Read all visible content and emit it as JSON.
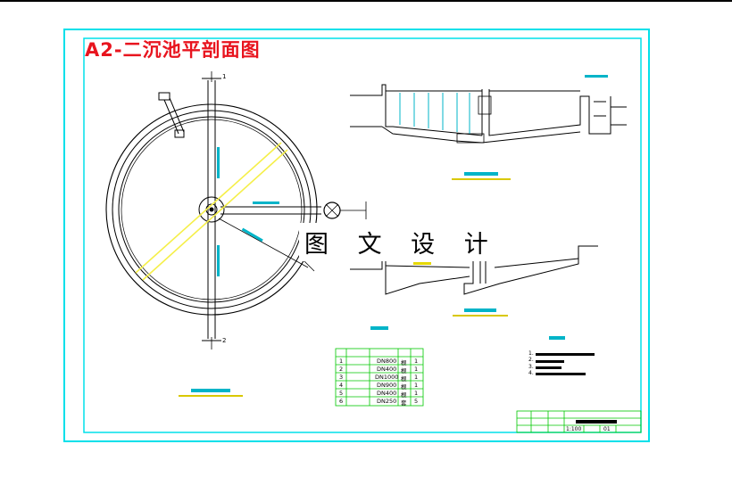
{
  "title": "A2-二沉池平剖面图",
  "watermark": "图 文 设 计",
  "markers": {
    "section_top": "1",
    "section_bottom": "2"
  },
  "colors": {
    "frame": "#00e0ea",
    "title": "#e8141e",
    "line": "#000000",
    "pipe_diagonal": "#f5ef4a",
    "labels": "#00b4c8",
    "table_lines": "#00c800",
    "underline": "#d9c800"
  },
  "title_block": {
    "scale": "1:100",
    "sheet_no": "01"
  },
  "equipment_table": {
    "rows": [
      {
        "no": "1",
        "spec": "DN800",
        "unit": "根",
        "qty": "1"
      },
      {
        "no": "2",
        "spec": "DN400",
        "unit": "根",
        "qty": "1"
      },
      {
        "no": "3",
        "spec": "DN1000",
        "unit": "根",
        "qty": "1"
      },
      {
        "no": "4",
        "spec": "DN900",
        "unit": "根",
        "qty": "1"
      },
      {
        "no": "5",
        "spec": "DN400",
        "unit": "根",
        "qty": "1"
      },
      {
        "no": "6",
        "spec": "DN250",
        "unit": "套",
        "qty": "5"
      }
    ]
  },
  "notes": {
    "items": [
      "1.",
      "2.",
      "3.",
      "4."
    ]
  }
}
